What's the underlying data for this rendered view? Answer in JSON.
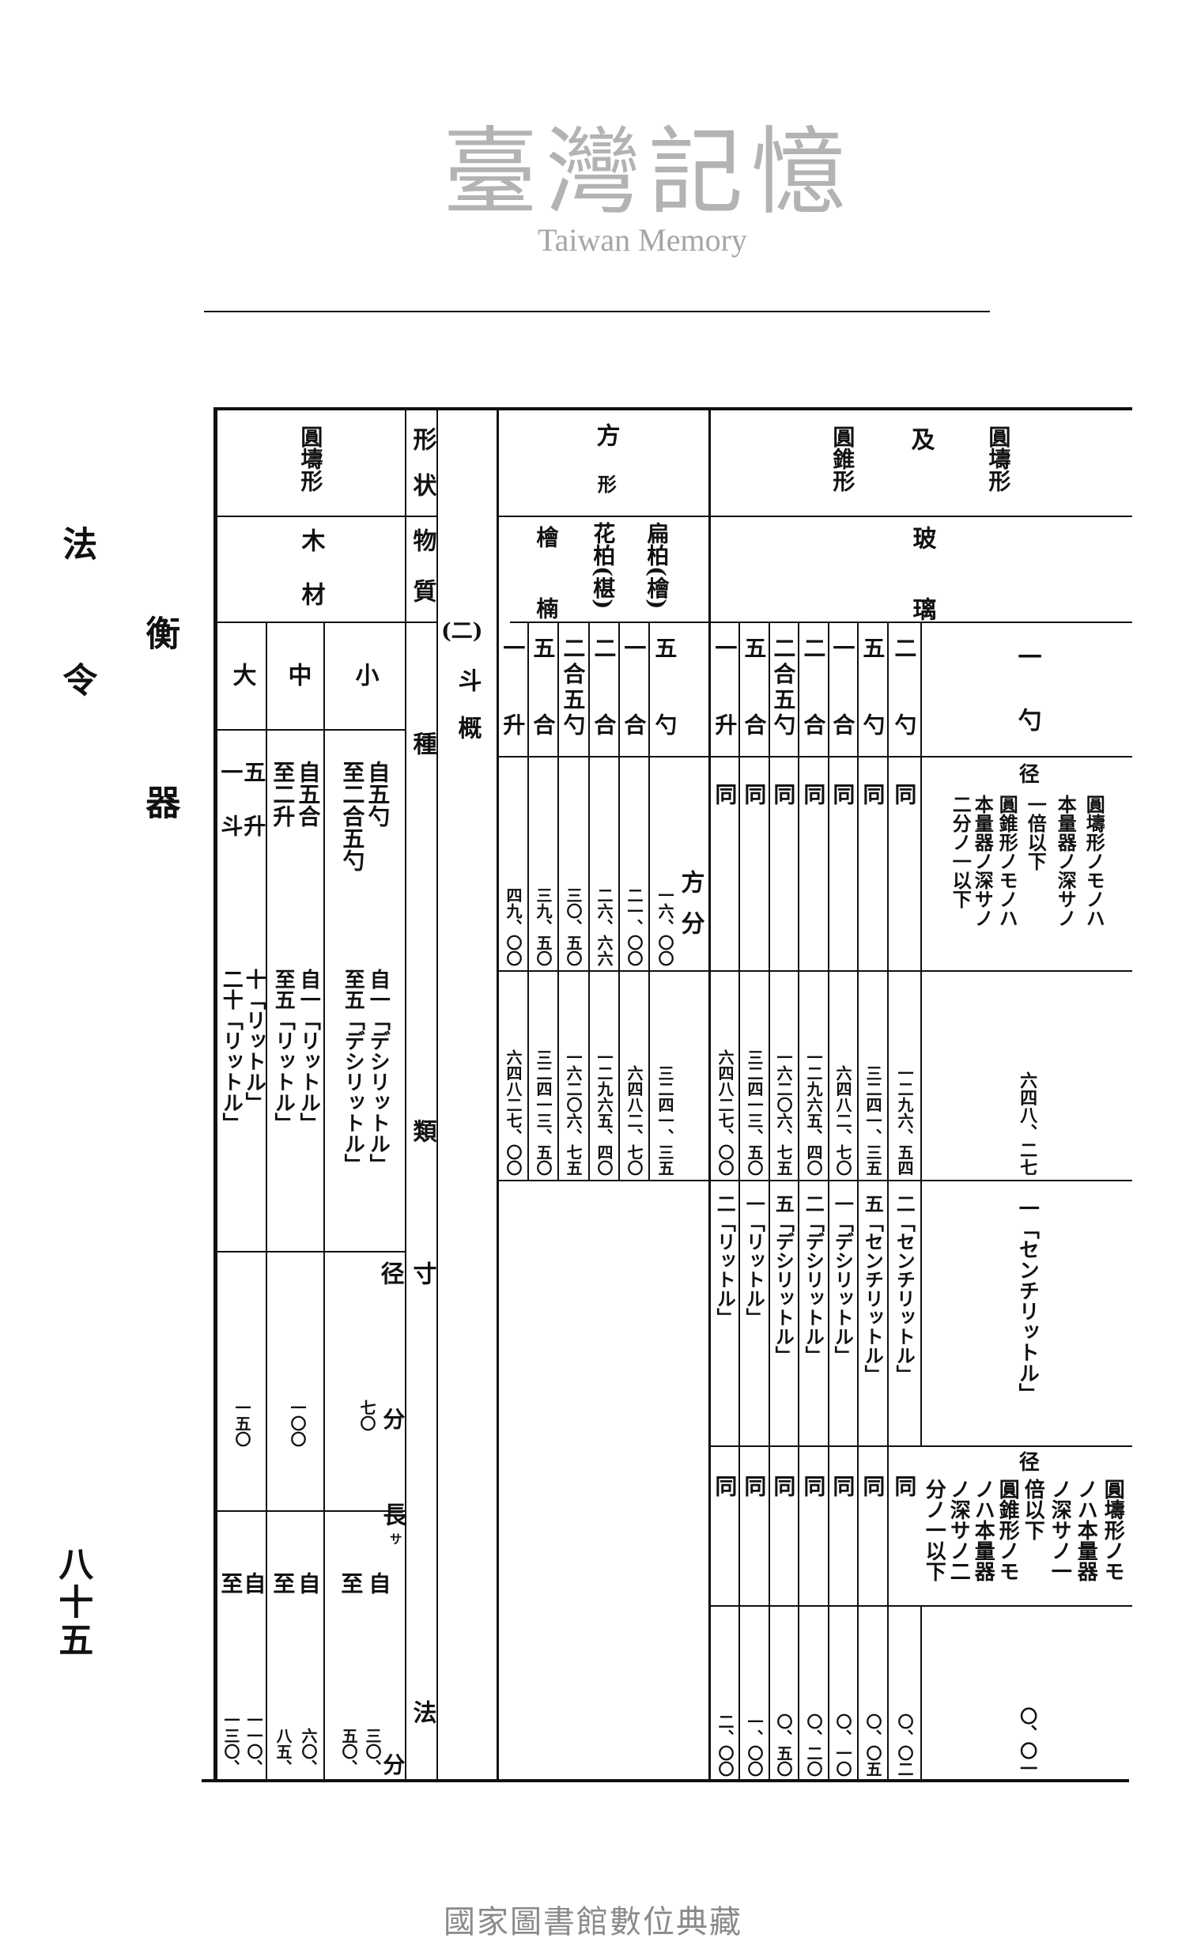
{
  "margin": {
    "law": "法令",
    "instrument": "衡器",
    "page_number": "八十五"
  },
  "labels": {
    "shape": "形状",
    "material": "物質",
    "kind_1": "種",
    "kind_2": "類",
    "size_1": "寸",
    "size_2": "法"
  },
  "section": {
    "number": "(二)",
    "name": "斗概"
  },
  "wood": {
    "shape": "圓壔形",
    "material": "木材",
    "diameter_label": "径",
    "length_label": "長",
    "length_label_small": "サ",
    "unit": "分",
    "sizes": [
      {
        "name": "小",
        "capacity": [
          "自五勺",
          "至二合五勺"
        ],
        "liters": [
          "自一「デシリットル」",
          "至五「デシリットル」"
        ],
        "diameter": "七〇",
        "length_from": "自",
        "length_to": "至",
        "length_values": [
          "三〇、",
          "五〇、"
        ]
      },
      {
        "name": "中",
        "capacity": [
          "自五合",
          "至二升"
        ],
        "liters": [
          "自一「リットル」",
          "至五「リットル」"
        ],
        "diameter": "一〇〇",
        "length_from": "自",
        "length_to": "至",
        "length_values": [
          "六〇、",
          "八五、"
        ]
      },
      {
        "name": "大",
        "capacity": [
          "五升",
          "一斗"
        ],
        "liters": [
          "十「リットル」",
          "二十「リットル」"
        ],
        "diameter": "一五〇",
        "length_from": "自",
        "length_to": "至",
        "length_values": [
          "一一〇、",
          "一三〇、"
        ]
      }
    ]
  },
  "square": {
    "shape": "方",
    "shape_2": "形",
    "materials": [
      "扁柏(檜)",
      "花柏(椹)",
      "檜楠"
    ],
    "unit": "方分",
    "columns": [
      {
        "capacity": "五勺",
        "area": "一六、〇〇",
        "volume": "三二四一、三五"
      },
      {
        "capacity": "一合",
        "area": "二一、〇〇",
        "volume": "六四八二、七〇"
      },
      {
        "capacity": "二合",
        "area": "二六、六六",
        "volume": "一二九六五、四〇"
      },
      {
        "capacity": "二合五勺",
        "area": "三〇、五〇",
        "volume": "一六二〇六、七五"
      },
      {
        "capacity": "五合",
        "area": "三九、五〇",
        "volume": "三二四一三、五〇"
      },
      {
        "capacity": "一升",
        "area": "四九、〇〇",
        "volume": "六四八二七、〇〇"
      }
    ]
  },
  "glass": {
    "shape_a": "圓壔形",
    "conjunction": "及",
    "shape_b": "圓錐形",
    "material": "玻璃",
    "diameter_label": "径",
    "same": "同",
    "first": {
      "capacity": "一勺",
      "volume": "六四八、二七",
      "liters": "一「センチリットル」",
      "value": "〇、〇一",
      "rule_1": [
        "圓壔形ノモノハ",
        "本量器ノ深サノ",
        "一倍以下",
        "圓錐形ノモノハ",
        "本量器ノ深サノ",
        "二分ノ一以下"
      ],
      "rule_2": [
        "圓壔形ノモ",
        "ノハ本量器",
        "ノ深サノ一",
        "倍以下",
        "圓錐形ノモ",
        "ノハ本量器",
        "ノ深サノ二",
        "分ノ一以下"
      ]
    },
    "columns": [
      {
        "capacity": "二勺",
        "volume": "一二九六、五四",
        "liters": "二「センチリットル」",
        "value": "〇、〇二"
      },
      {
        "capacity": "五勺",
        "volume": "三二四一、三五",
        "liters": "五「センチリットル」",
        "value": "〇、〇五"
      },
      {
        "capacity": "一合",
        "volume": "六四八二、七〇",
        "liters": "一「デシリットル」",
        "value": "〇、一〇"
      },
      {
        "capacity": "二合",
        "volume": "一二九六五、四〇",
        "liters": "二「デシリットル」",
        "value": "〇、二〇"
      },
      {
        "capacity": "二合五勺",
        "volume": "一六二〇六、七五",
        "liters": "五「デシリットル」",
        "value": "〇、五〇"
      },
      {
        "capacity": "五合",
        "volume": "三二四一三、五〇",
        "liters": "一「リットル」",
        "value": "一、〇〇"
      },
      {
        "capacity": "一升",
        "volume": "六四八二七、〇〇",
        "liters": "二「リットル」",
        "value": "二、〇〇"
      }
    ]
  },
  "watermark": {
    "cjk": "臺灣記憶",
    "en": "Taiwan Memory"
  },
  "footer": "國家圖書館數位典藏"
}
